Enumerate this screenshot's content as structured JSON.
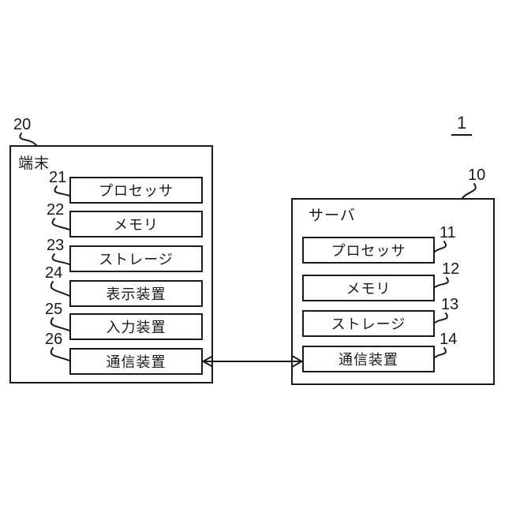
{
  "figure_number": "1",
  "terminal": {
    "ref": "20",
    "title": "端末",
    "components": [
      {
        "ref": "21",
        "label": "プロセッサ"
      },
      {
        "ref": "22",
        "label": "メモリ"
      },
      {
        "ref": "23",
        "label": "ストレージ"
      },
      {
        "ref": "24",
        "label": "表示装置"
      },
      {
        "ref": "25",
        "label": "入力装置"
      },
      {
        "ref": "26",
        "label": "通信装置"
      }
    ]
  },
  "server": {
    "ref": "10",
    "title": "サーバ",
    "components": [
      {
        "ref": "11",
        "label": "プロセッサ"
      },
      {
        "ref": "12",
        "label": "メモリ"
      },
      {
        "ref": "13",
        "label": "ストレージ"
      },
      {
        "ref": "14",
        "label": "通信装置"
      }
    ]
  },
  "connection": {
    "type": "bidirectional-arrow",
    "from": "terminal.通信装置",
    "to": "server.通信装置"
  },
  "colors": {
    "line": "#1a1a1a",
    "background": "#ffffff"
  }
}
